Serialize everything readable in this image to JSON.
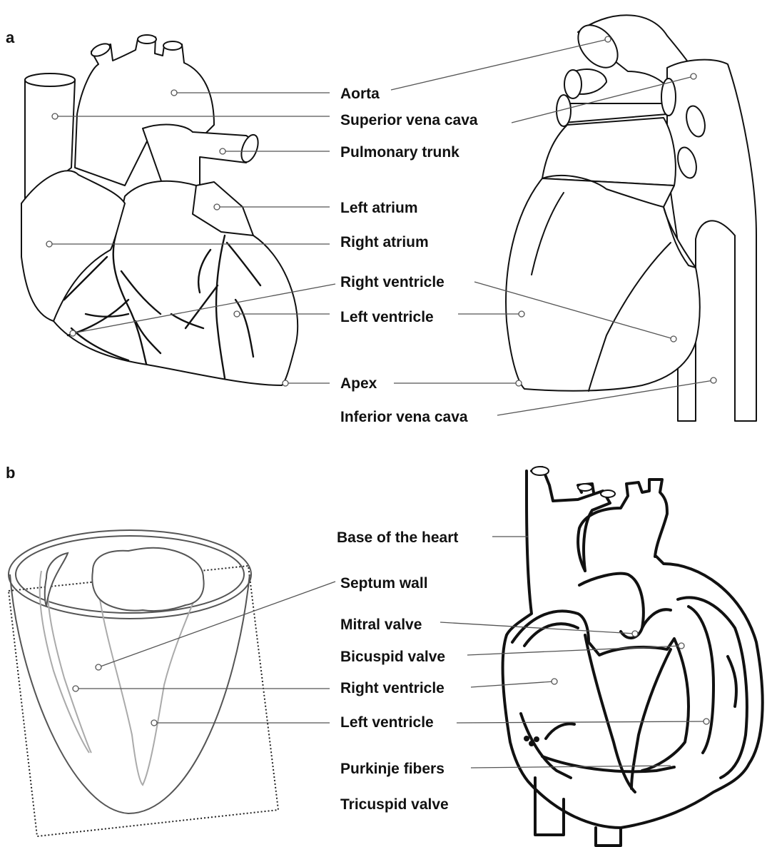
{
  "panels": {
    "a": "a",
    "b": "b"
  },
  "labels_a": [
    "Aorta",
    "Superior vena cava",
    "Pulmonary trunk",
    "Left atrium",
    "Right atrium",
    "Right ventricle",
    "Left ventricle",
    "Apex",
    "Inferior vena cava"
  ],
  "labels_b": [
    "Base of the heart",
    "Septum wall",
    "Mitral valve",
    "Bicuspid valve",
    "Right ventricle",
    "Left ventricle",
    "Purkinje fibers",
    "Tricuspid valve"
  ]
}
